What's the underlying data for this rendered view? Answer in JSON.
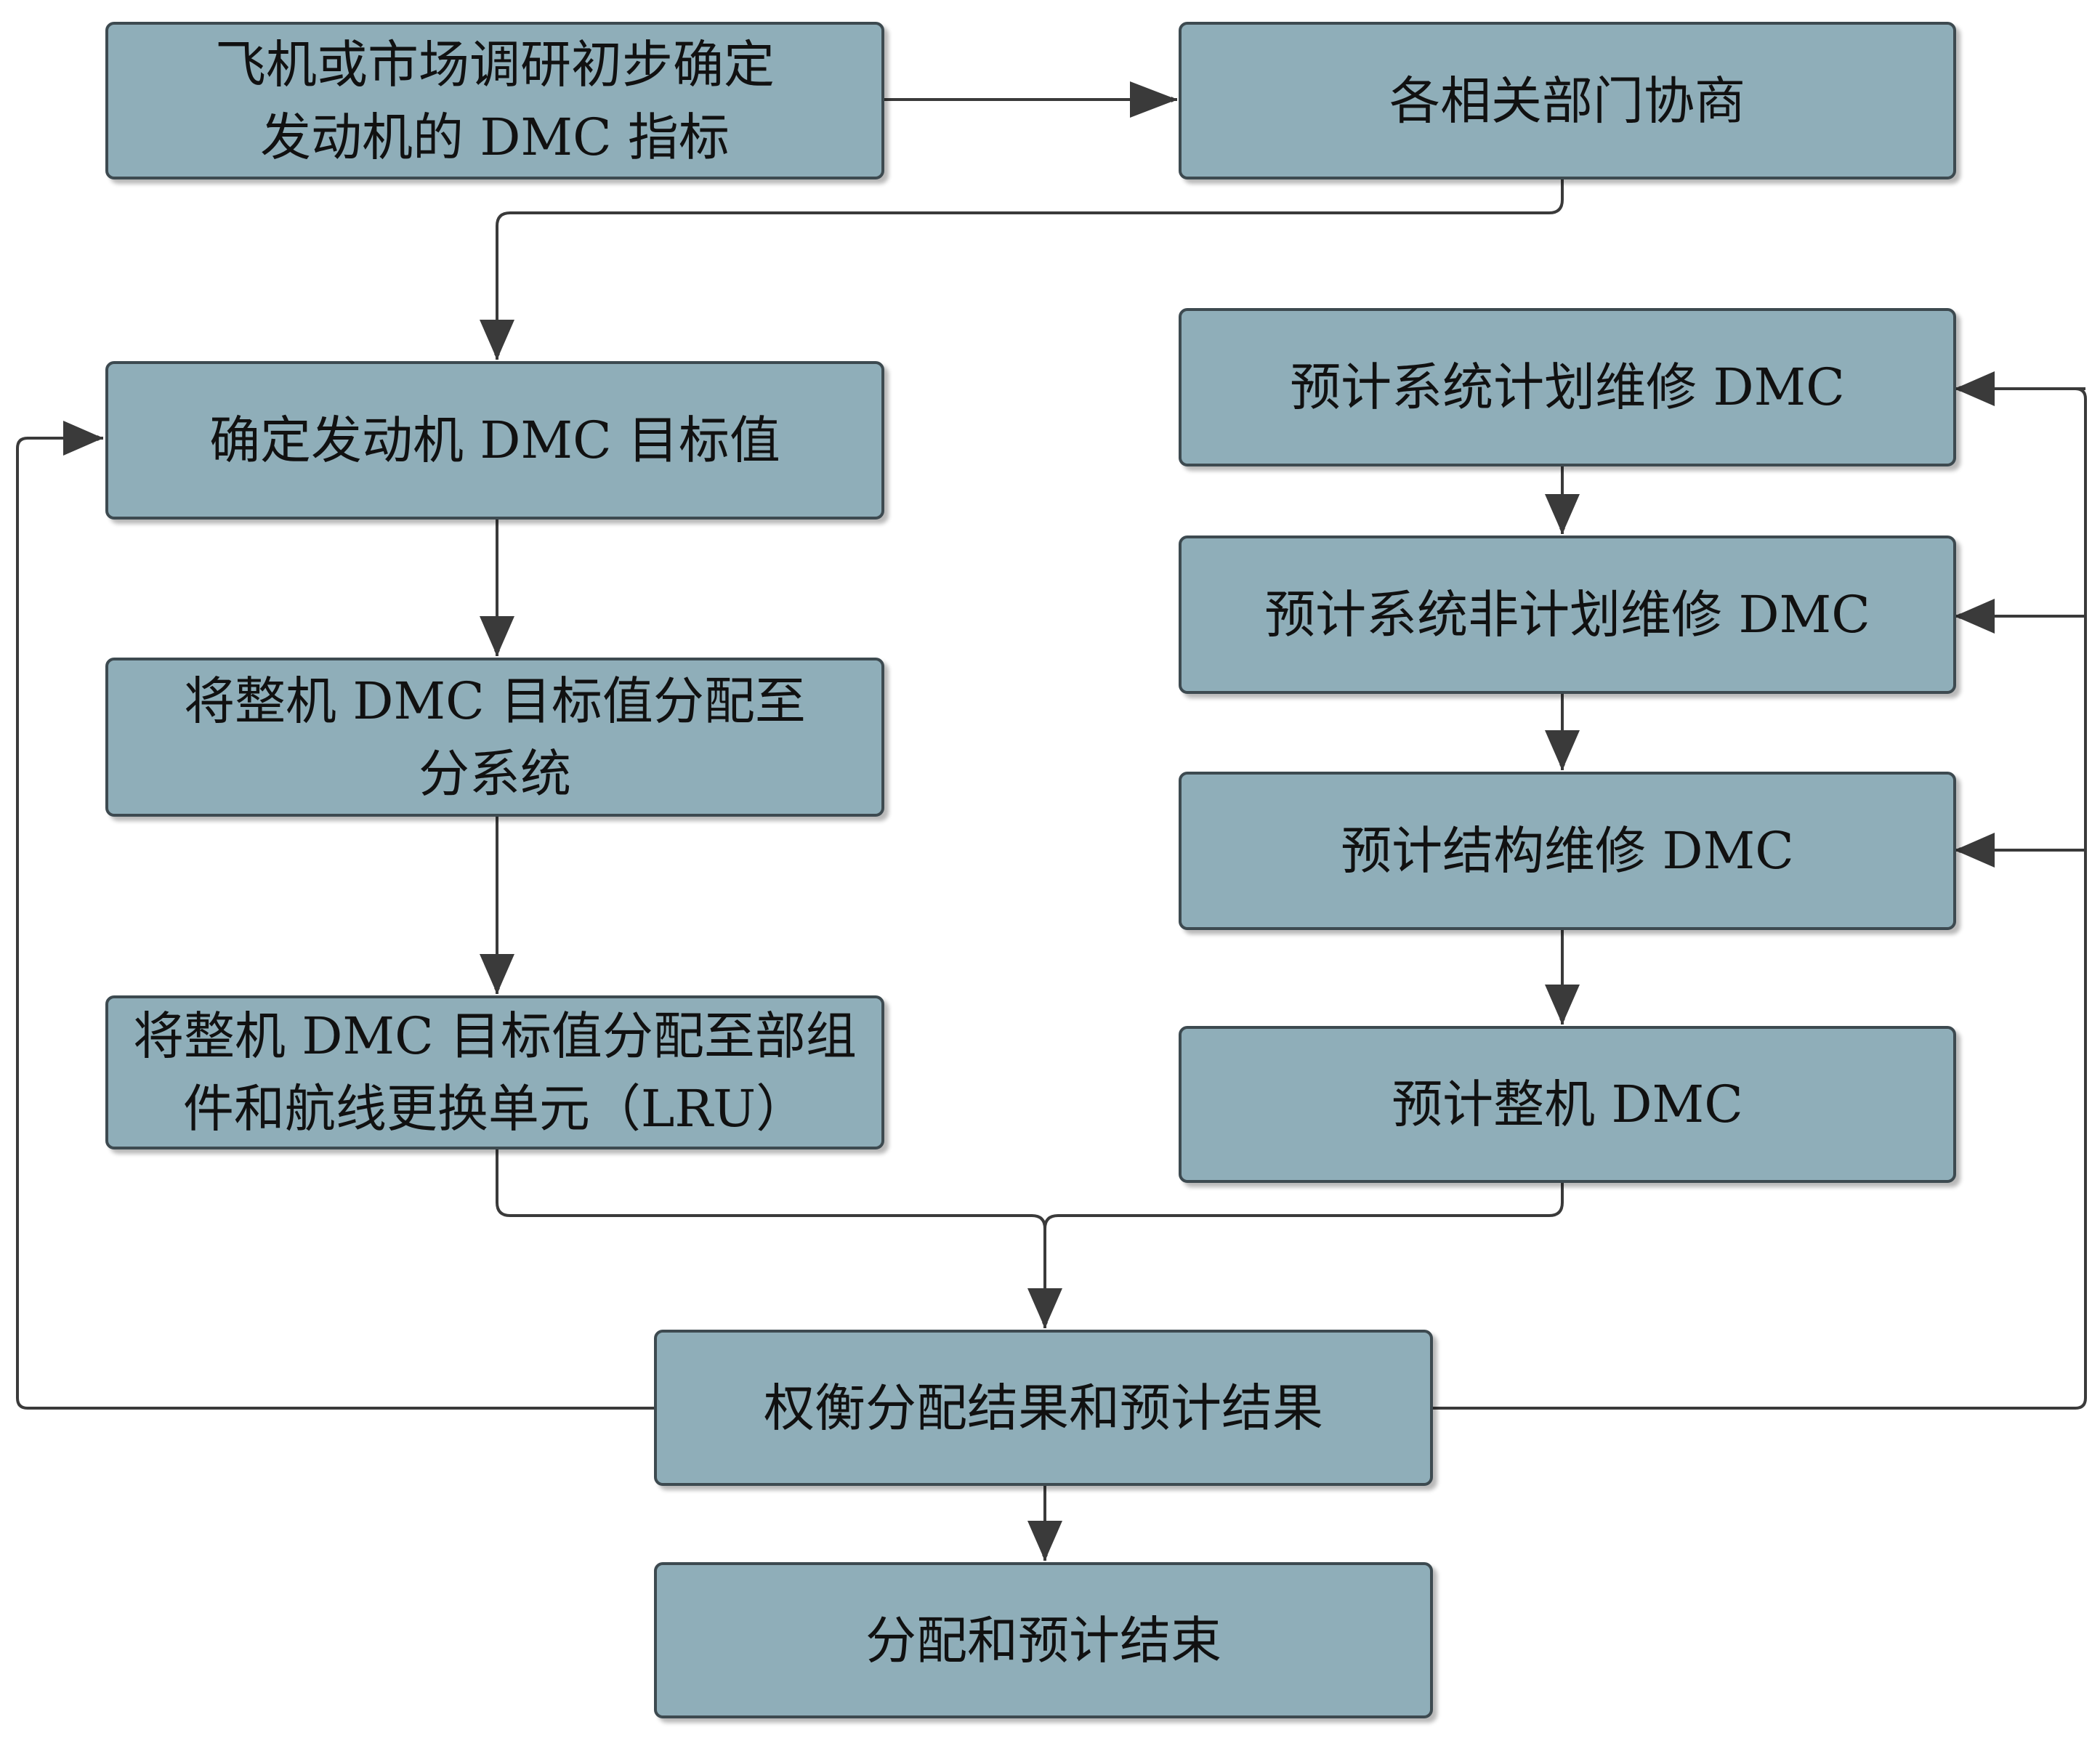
{
  "nodes": {
    "survey": "飞机或市场调研初步确定\n发动机的 DMC 指标",
    "consult": "各相关部门协商",
    "target": "确定发动机 DMC 目标值",
    "alloc_sys": "将整机 DMC 目标值分配至\n分系统",
    "alloc_lru": "将整机 DMC 目标值分配至部组\n件和航线更换单元（LRU）",
    "pred_sched": "预计系统计划维修 DMC",
    "pred_unsched": "预计系统非计划维修 DMC",
    "pred_struct": "预计结构维修 DMC",
    "pred_total": "预计整机 DMC",
    "tradeoff": "权衡分配结果和预计结果",
    "end": "分配和预计结束"
  },
  "colors": {
    "box_fill": "#8faeb9",
    "box_border": "#3d4a50",
    "connector": "#3a3a3a"
  }
}
